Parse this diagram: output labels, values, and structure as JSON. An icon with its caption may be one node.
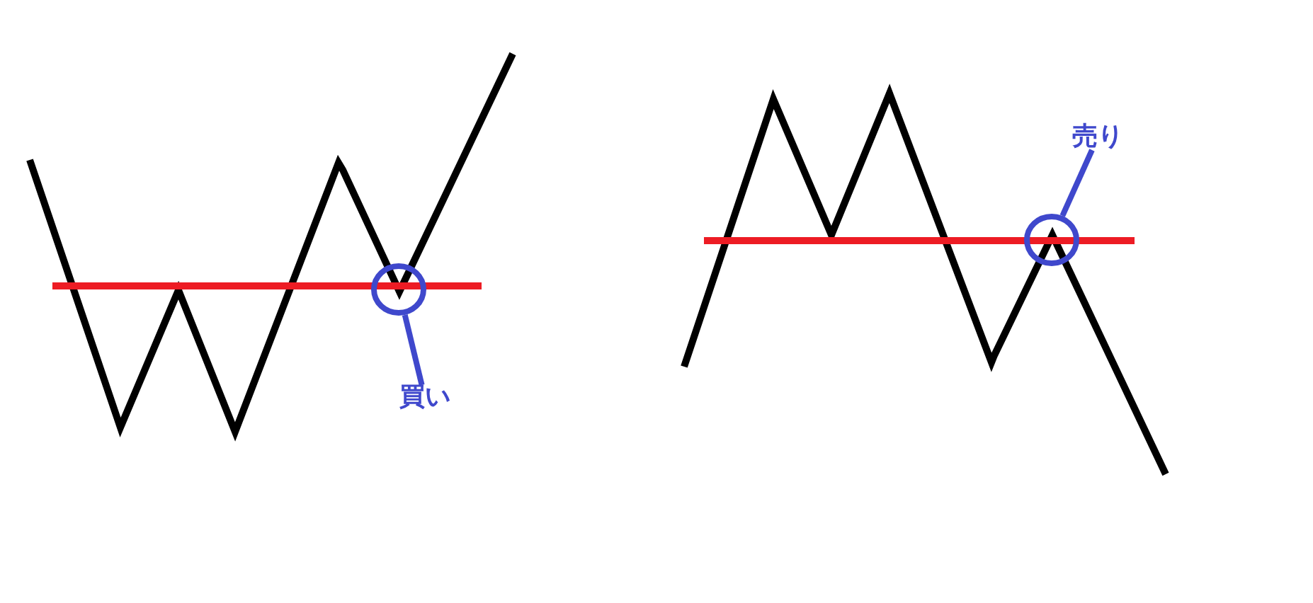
{
  "diagram": {
    "nodes": [
      {
        "text": [],
        "shape": "circle"
      },
      {
        "text": [
          "買い"
        ]
      },
      {
        "text": [
          "売り"
        ]
      },
      {
        "text": [],
        "shape": "circle"
      }
    ],
    "edges": [
      {
        "from": 1,
        "to": 0,
        "arrow": "none"
      },
      {
        "from": 2,
        "to": 3,
        "arrow": "none"
      }
    ]
  }
}
